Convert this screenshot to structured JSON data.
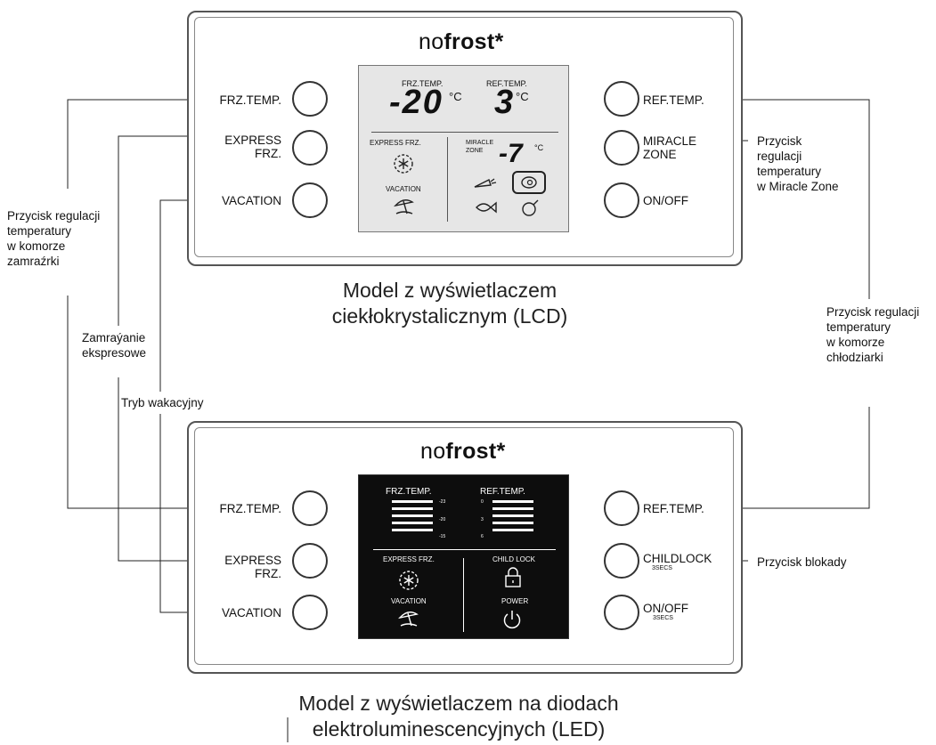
{
  "brand": {
    "prefix": "no",
    "suffix": "frost*"
  },
  "lcd_panel": {
    "buttons_left": {
      "frz_temp": "FRZ.TEMP.",
      "express_frz": "EXPRESS\nFRZ.",
      "vacation": "VACATION"
    },
    "buttons_right": {
      "ref_temp": "REF.TEMP.",
      "miracle_zone": "MIRACLE\nZONE",
      "on_off": "ON/OFF"
    },
    "display": {
      "frz_label": "FRZ.TEMP.",
      "frz_value": "-20",
      "frz_unit": "°C",
      "ref_label": "REF.TEMP.",
      "ref_value": "3",
      "ref_unit": "°C",
      "express_label": "EXPRESS FRZ.",
      "vacation_label": "VACATION",
      "miracle_label": "MIRACLE\nZONE",
      "miracle_value": "-7",
      "miracle_unit": "°C"
    },
    "caption": "Model z wyświetlaczem\nciekłokrystalicznym (LCD)"
  },
  "led_panel": {
    "buttons_left": {
      "frz_temp": "FRZ.TEMP.",
      "express_frz": "EXPRESS\nFRZ.",
      "vacation": "VACATION"
    },
    "buttons_right": {
      "ref_temp": "REF.TEMP.",
      "childlock": "CHILDLOCK",
      "childlock_sub": "3SECS",
      "on_off": "ON/OFF",
      "on_off_sub": "3SECS"
    },
    "display": {
      "frz_label": "FRZ.TEMP.",
      "frz_scale": [
        "-23",
        "-20",
        "-15"
      ],
      "ref_label": "REF.TEMP.",
      "ref_scale": [
        "0",
        "3",
        "6"
      ],
      "express_label": "EXPRESS FRZ.",
      "vacation_label": "VACATION",
      "childlock_label": "CHILD LOCK",
      "power_label": "POWER"
    },
    "caption": "Model z wyświetlaczem na diodach\nelektroluminescencyjnych (LED)"
  },
  "annotations": {
    "freezer_temp": "Przycisk regulacji\ntemperatury\nw komorze\nzamraźrki",
    "express_freeze": "Zamraýanie\nekspresowe",
    "vacation_mode": "Tryb wakacyjny",
    "miracle_zone": "Przycisk\nregulacji\ntemperatury\nw Miracle Zone",
    "fridge_temp": "Przycisk regulacji\ntemperatury\nw komorze\nchłodziarki",
    "child_lock": "Przycisk blokady"
  },
  "colors": {
    "panel_border": "#555555",
    "lcd_bg": "#e6e6e6",
    "led_bg": "#0d0d0d",
    "led_text": "#ffffff"
  }
}
